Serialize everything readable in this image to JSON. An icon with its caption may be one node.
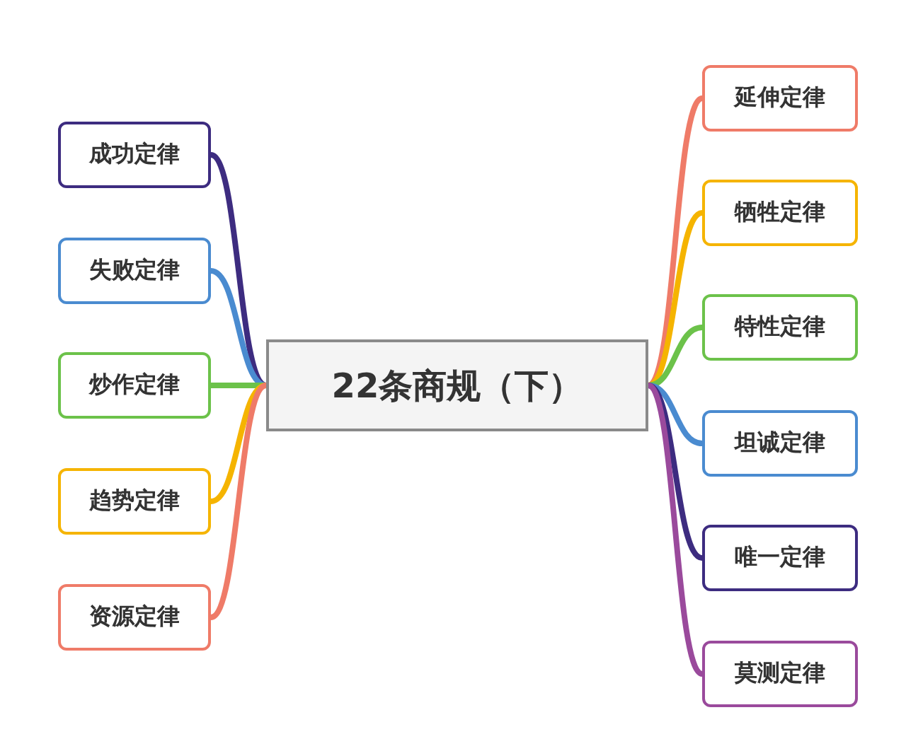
{
  "diagram": {
    "nodes": [
      {
        "text": [
          "22条商规（下）"
        ]
      },
      {
        "text": [
          "成功定律"
        ]
      },
      {
        "text": [
          "失败定律"
        ]
      },
      {
        "text": [
          "炒作定律"
        ]
      },
      {
        "text": [
          "趋势定律"
        ]
      },
      {
        "text": [
          "资源定律"
        ]
      },
      {
        "text": [
          "延伸定律"
        ]
      },
      {
        "text": [
          "牺牲定律"
        ]
      },
      {
        "text": [
          "特性定律"
        ]
      },
      {
        "text": [
          "坦诚定律"
        ]
      },
      {
        "text": [
          "唯一定律"
        ]
      },
      {
        "text": [
          "莫测定律"
        ]
      }
    ],
    "edges": [
      {
        "from": 0,
        "to": 1,
        "arrow": "none",
        "color": "#3d2c80"
      },
      {
        "from": 0,
        "to": 2,
        "arrow": "none",
        "color": "#4a8bd0"
      },
      {
        "from": 0,
        "to": 3,
        "arrow": "none",
        "color": "#6cc24a"
      },
      {
        "from": 0,
        "to": 4,
        "arrow": "none",
        "color": "#f5b400"
      },
      {
        "from": 0,
        "to": 5,
        "arrow": "none",
        "color": "#ef7b68"
      },
      {
        "from": 0,
        "to": 6,
        "arrow": "none",
        "color": "#ef7b68"
      },
      {
        "from": 0,
        "to": 7,
        "arrow": "none",
        "color": "#f5b400"
      },
      {
        "from": 0,
        "to": 8,
        "arrow": "none",
        "color": "#6cc24a"
      },
      {
        "from": 0,
        "to": 9,
        "arrow": "none",
        "color": "#4a8bd0"
      },
      {
        "from": 0,
        "to": 10,
        "arrow": "none",
        "color": "#3d2c80"
      },
      {
        "from": 0,
        "to": 11,
        "arrow": "none",
        "color": "#9a4a9c"
      }
    ]
  }
}
